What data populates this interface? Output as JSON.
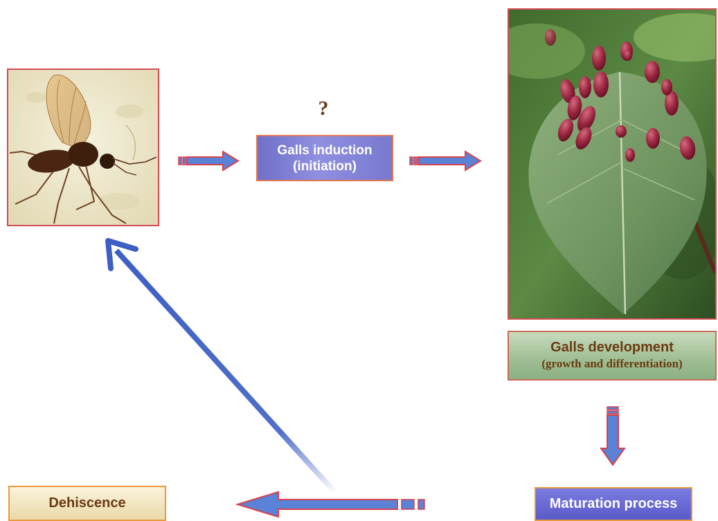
{
  "diagram": {
    "question_mark": "?",
    "nodes": {
      "induction": {
        "line1": "Galls induction",
        "line2": "(initiation)"
      },
      "development": {
        "line1": "Galls development",
        "line2": "(growth and differentiation)"
      },
      "maturation": {
        "label": "Maturation process"
      },
      "dehiscence": {
        "label": "Dehiscence"
      }
    },
    "colors": {
      "arrow_fill": "#5a82d6",
      "arrow_outline": "#d8414c",
      "frame_border": "#d24b55",
      "long_arrow": "#3d5fc4"
    }
  }
}
